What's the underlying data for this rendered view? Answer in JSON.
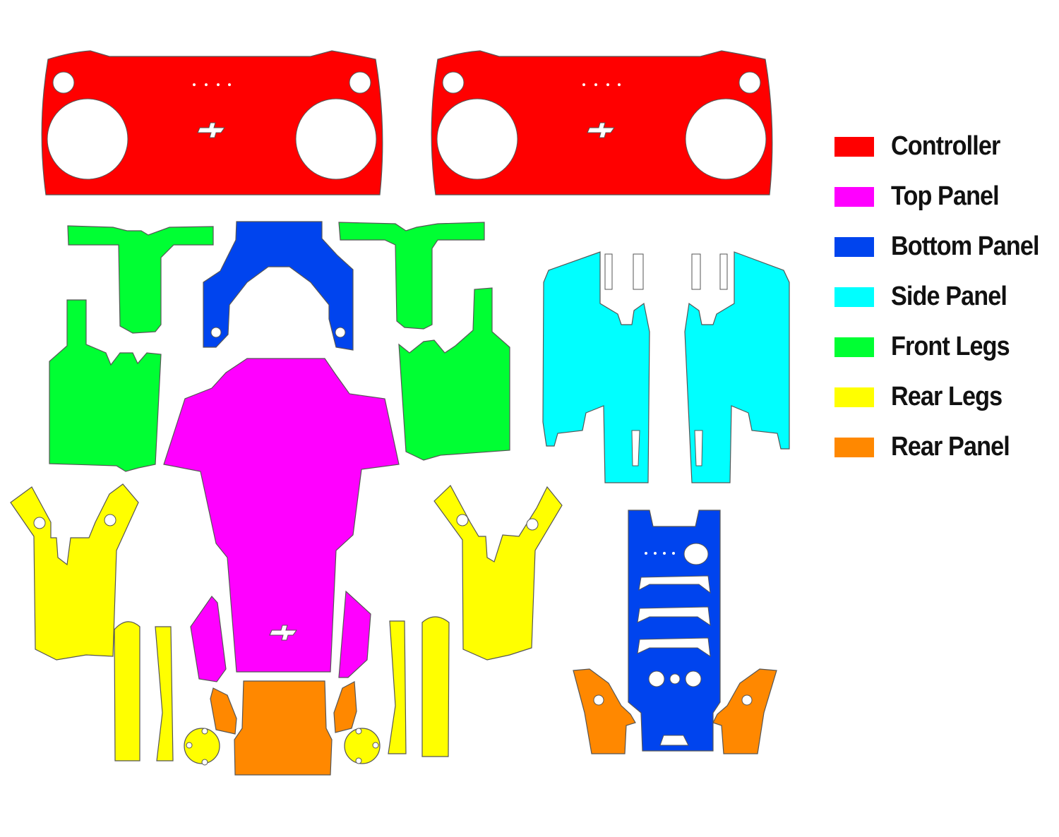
{
  "legend": {
    "items": [
      {
        "label": "Controller",
        "color": "#ff0000"
      },
      {
        "label": "Top Panel",
        "color": "#ff00ff"
      },
      {
        "label": "Bottom Panel",
        "color": "#0044ee"
      },
      {
        "label": "Side Panel",
        "color": "#00ffff"
      },
      {
        "label": "Front Legs",
        "color": "#00ff33"
      },
      {
        "label": "Rear Legs",
        "color": "#ffff00"
      },
      {
        "label": "Rear Panel",
        "color": "#ff8800"
      }
    ]
  }
}
